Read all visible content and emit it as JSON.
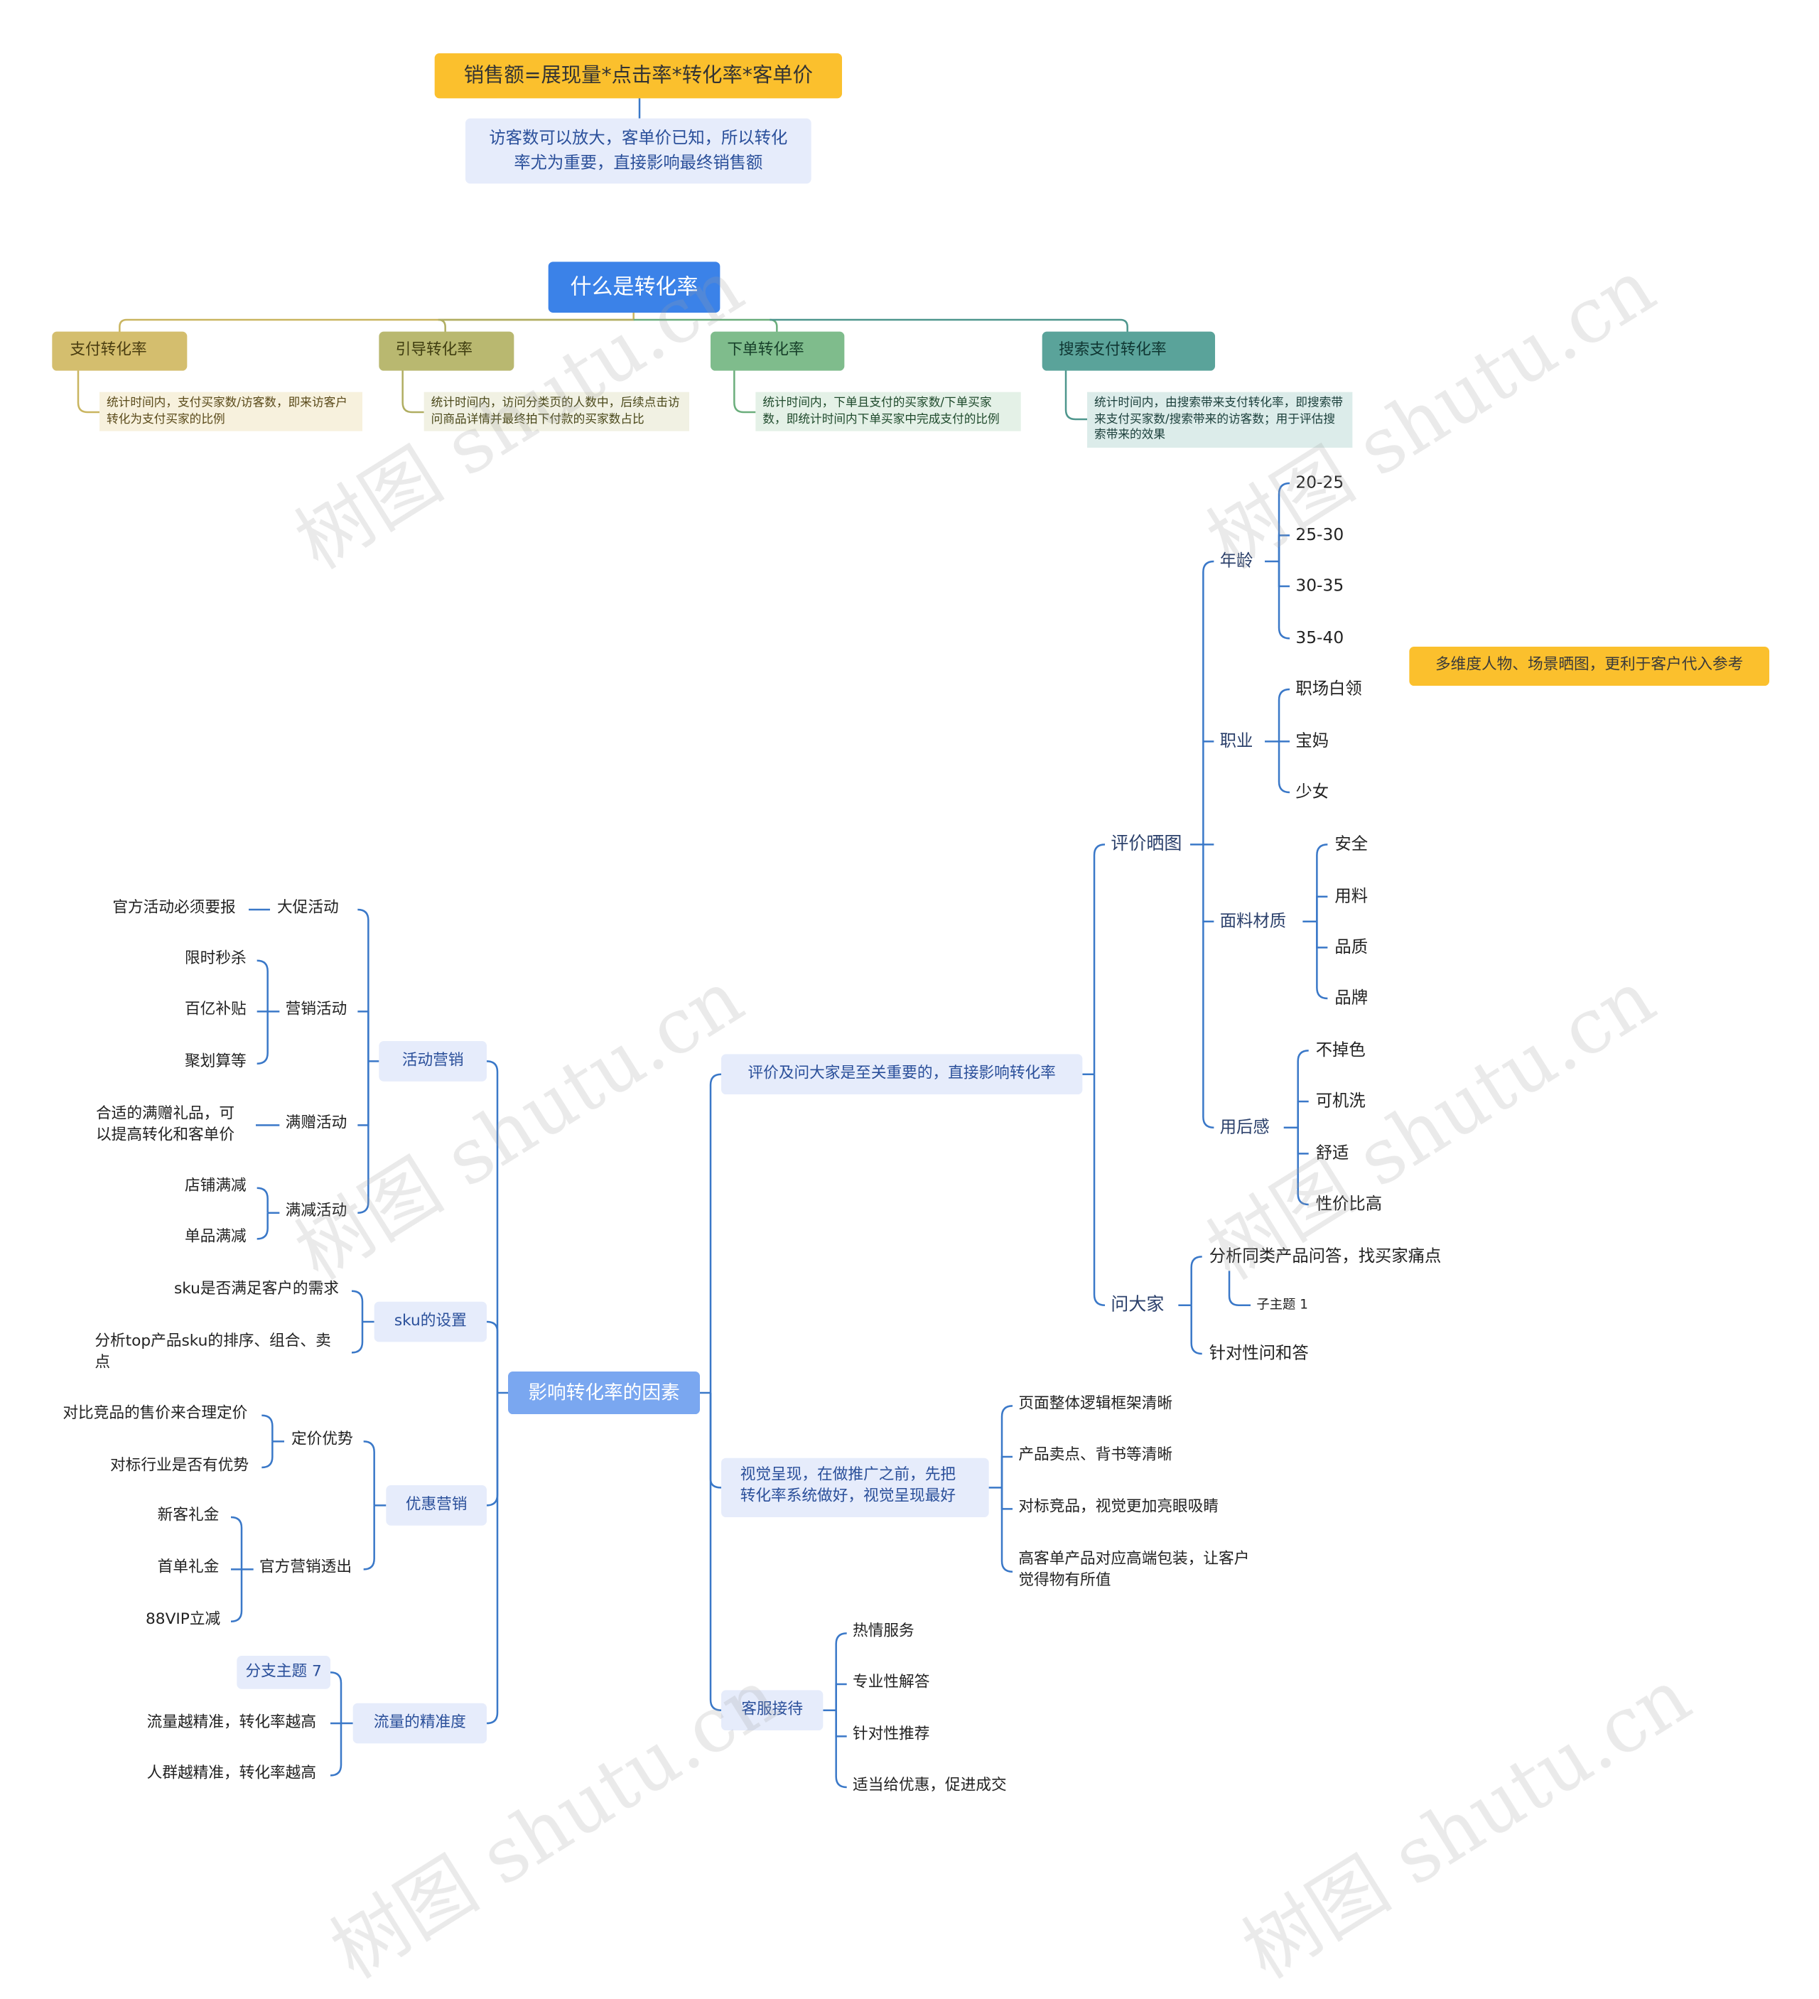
{
  "top": {
    "formula": "销售额=展现量*点击率*转化率*客单价",
    "formula_note": "访客数可以放大，客单价已知，所以转化率尤为重要，直接影响最终销售额"
  },
  "what": {
    "title": "什么是转化率",
    "items": [
      {
        "label": "支付转化率",
        "desc": "统计时间内，支付买家数/访客数，即来访客户转化为支付买家的比例",
        "color": "#d4be6e"
      },
      {
        "label": "引导转化率",
        "desc": "统计时间内，访问分类页的人数中，后续点击访问商品详情并最终拍下付款的买家数占比",
        "color": "#b9b870"
      },
      {
        "label": "下单转化率",
        "desc": "统计时间内，下单且支付的买家数/下单买家数，即统计时间内下单买家中完成支付的比例",
        "color": "#7fbc8c"
      },
      {
        "label": "搜索支付转化率",
        "desc": "统计时间内，由搜索带来支付转化率，即搜索带来支付买家数/搜索带来的访客数；用于评估搜索带来的效果",
        "color": "#5aa39a"
      }
    ]
  },
  "factors": {
    "root": "影响转化率的因素",
    "left": {
      "activity": {
        "label": "活动营销",
        "big_promo": {
          "label": "大促活动",
          "child": "官方活动必须要报"
        },
        "marketing": {
          "label": "营销活动",
          "children": [
            "限时秒杀",
            "百亿补贴",
            "聚划算等"
          ]
        },
        "gift": {
          "label": "满赠活动",
          "child_line1": "合适的满赠礼品，可",
          "child_line2": "以提高转化和客单价"
        },
        "discount": {
          "label": "满减活动",
          "children": [
            "店铺满减",
            "单品满减"
          ]
        }
      },
      "sku": {
        "label": "sku的设置",
        "c1": "sku是否满足客户的需求",
        "c2_line1": "分析top产品sku的排序、组合、卖",
        "c2_line2": "点"
      },
      "promo": {
        "label": "优惠营销",
        "pricing": {
          "label": "定价优势",
          "children": [
            "对比竞品的售价来合理定价",
            "对标行业是否有优势"
          ]
        },
        "official": {
          "label": "官方营销透出",
          "children": [
            "新客礼金",
            "首单礼金",
            "88VIP立减"
          ]
        }
      },
      "traffic": {
        "label": "流量的精准度",
        "children": [
          "分支主题 7",
          "流量越精准，转化率越高",
          "人群越精准，转化率越高"
        ]
      }
    },
    "right": {
      "review": {
        "label": "评价及问大家是至关重要的，直接影响转化率",
        "shaitu": {
          "label": "评价晒图",
          "age": {
            "label": "年龄",
            "children": [
              "20-25",
              "25-30",
              "30-35",
              "35-40"
            ]
          },
          "job": {
            "label": "职业",
            "children": [
              "职场白领",
              "宝妈",
              "少女"
            ]
          },
          "fabric": {
            "label": "面料材质",
            "children": [
              "安全",
              "用料",
              "品质",
              "品牌"
            ]
          },
          "after": {
            "label": "用后感",
            "children": [
              "不掉色",
              "可机洗",
              "舒适",
              "性价比高"
            ]
          },
          "note": "多维度人物、场景晒图，更利于客户代入参考"
        },
        "ask": {
          "label": "问大家",
          "c1": "分析同类产品问答，找买家痛点",
          "c1_sub": "子主题 1",
          "c2": "针对性问和答"
        }
      },
      "visual": {
        "label_line1": "视觉呈现，在做推广之前，先把",
        "label_line2": "转化率系统做好，视觉呈现最好",
        "children": [
          "页面整体逻辑框架清晰",
          "产品卖点、背书等清晰",
          "对标竞品，视觉更加亮眼吸睛"
        ],
        "c4_line1": "高客单产品对应高端包装，让客户",
        "c4_line2": "觉得物有所值"
      },
      "service": {
        "label": "客服接待",
        "children": [
          "热情服务",
          "专业性解答",
          "针对性推荐",
          "适当给优惠，促进成交"
        ]
      }
    }
  },
  "watermark": "树图 shutu.cn",
  "colors": {
    "blue_root": "#3b82e8",
    "branch_line": "#3a78c8",
    "yellow": "#fbc02d",
    "factor_root": "#7aa7f0",
    "sub_bg": "#e6ecfb"
  }
}
